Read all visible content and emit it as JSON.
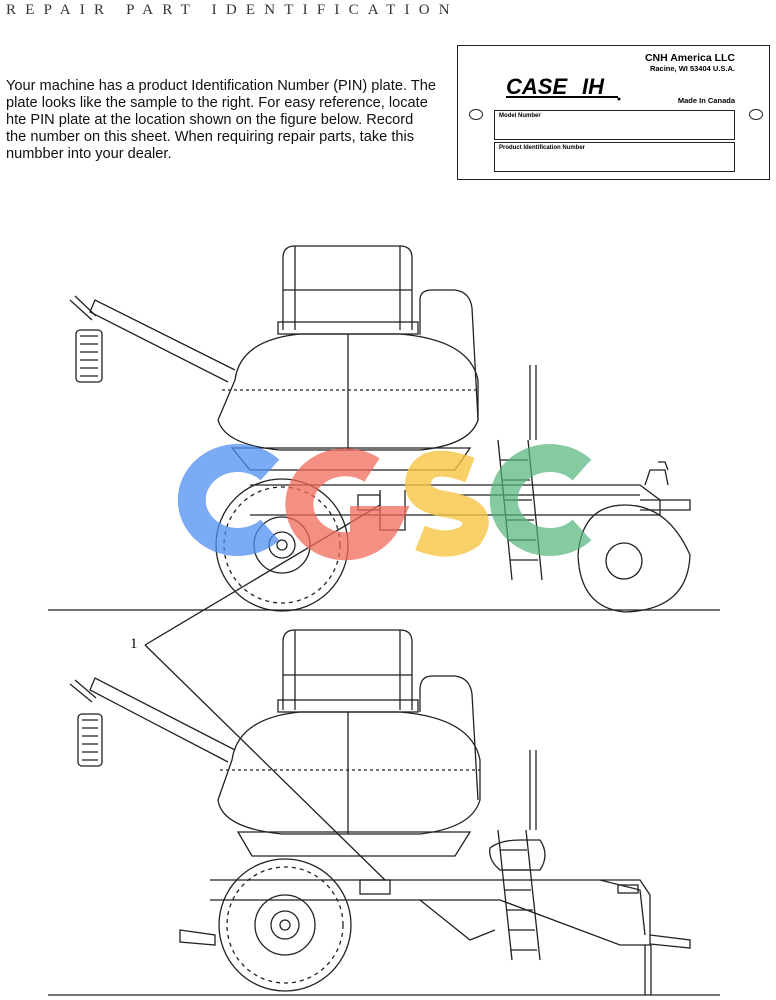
{
  "header": {
    "title": "REPAIR PART IDENTIFICATION"
  },
  "intro": {
    "text": "Your machine has a product Identification Number (PIN) plate. The plate looks like the sample to the right. For easy reference, locate hte PIN plate at the location shown on the figure below. Record the number on this sheet. When requiring repair parts, take this numbber into your dealer."
  },
  "pin_plate": {
    "brand": "CASE IH",
    "company": "CNH America LLC",
    "address": "Racine, WI 53404  U.S.A.",
    "made_in": "Made In Canada",
    "model_label": "Model Number",
    "pin_label": "Product Identification Number"
  },
  "figure": {
    "callout": "1"
  },
  "colors": {
    "line": "#222222",
    "watermark_blue": "#4f8ff0",
    "watermark_red": "#f06a5a",
    "watermark_yellow": "#f5c542",
    "watermark_green": "#52b47a"
  }
}
